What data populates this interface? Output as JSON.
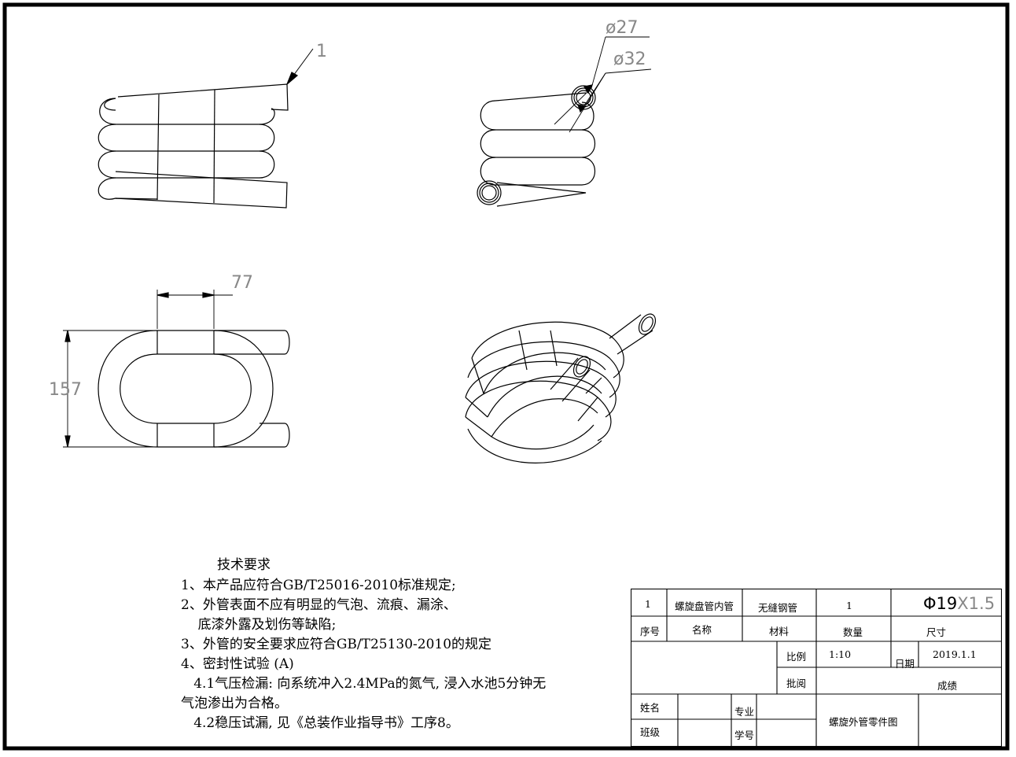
{
  "drawing": {
    "balloon_part": "1",
    "dim_inner_dia": "ø27",
    "dim_outer_dia": "ø32",
    "dim_width": "77",
    "dim_height": "157"
  },
  "requirements": {
    "title": "技术要求",
    "items": [
      "1、本产品应符合GB/T25016-2010标准规定;",
      "2、外管表面不应有明显的气泡、流痕、漏涂、",
      "    底漆外露及划伤等缺陷;",
      "3、外管的安全要求应符合GB/T25130-2010的规定",
      "4、密封性试验 (A)",
      "   4.1气压检漏: 向系统冲入2.4MPa的氮气, 浸入水池5分钟无",
      "气泡渗出为合格。",
      "   4.2稳压试漏, 见《总装作业指导书》工序8。"
    ]
  },
  "title_block": {
    "row": {
      "no": "1",
      "name": "螺旋盘管内管",
      "material": "无缝钢管",
      "qty": "1",
      "size_main": "Φ19",
      "size_rest": "X1.5"
    },
    "header": {
      "no": "序号",
      "name": "名称",
      "material": "材料",
      "qty": "数量",
      "size": "尺寸"
    },
    "scale_label": "比例",
    "scale_value": "1:10",
    "date_label": "日期",
    "date_value": "2019.1.1",
    "review_label": "批阅",
    "grade_label": "成绩",
    "name_label": "姓名",
    "major_label": "专业",
    "class_label": "班级",
    "id_label": "学号",
    "drawing_title": "螺旋外管零件图"
  }
}
